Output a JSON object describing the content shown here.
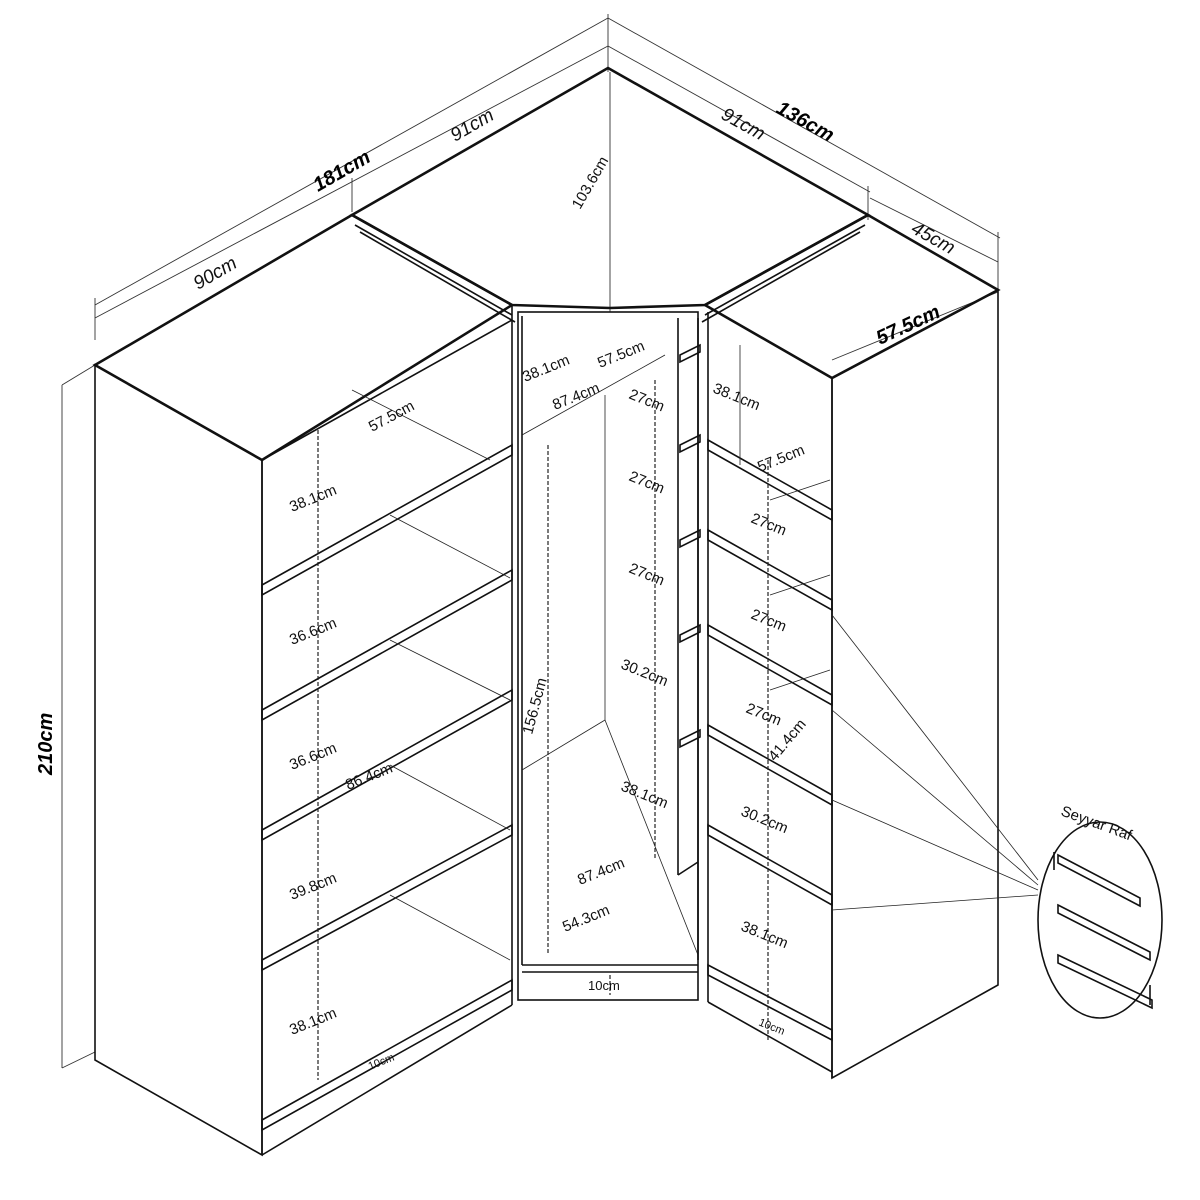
{
  "overall": {
    "left_width": "181cm",
    "right_width": "136cm",
    "height": "210cm",
    "left_module": "90cm",
    "corner_left": "91cm",
    "corner_right": "91cm",
    "right_module": "45cm",
    "right_depth": "57.5cm",
    "corner_depth": "103.6cm"
  },
  "left_module": {
    "depth": "57.5cm",
    "shelf_width": "86.4cm",
    "shelves": [
      "38.1cm",
      "36.6cm",
      "36.6cm",
      "39.8cm",
      "38.1cm"
    ],
    "plinth": "10cm"
  },
  "corner_module": {
    "top_gap": "38.1cm",
    "top_depth": "57.5cm",
    "rail_width": "87.4cm",
    "hanging_height": "156.5cm",
    "bottom_width": "87.4cm",
    "bottom_depth": "54.3cm",
    "plinth": "10cm",
    "side_shelves": [
      "27cm",
      "27cm",
      "27cm",
      "30.2cm",
      "38.1cm"
    ]
  },
  "right_module": {
    "shelves": [
      "38.1cm",
      "27cm",
      "27cm",
      "27cm",
      "30.2cm",
      "38.1cm"
    ],
    "depth": "57.5cm",
    "shelf_width": "41.4cm",
    "plinth": "10cm"
  },
  "callout": {
    "label": "Seyyar Raf"
  }
}
